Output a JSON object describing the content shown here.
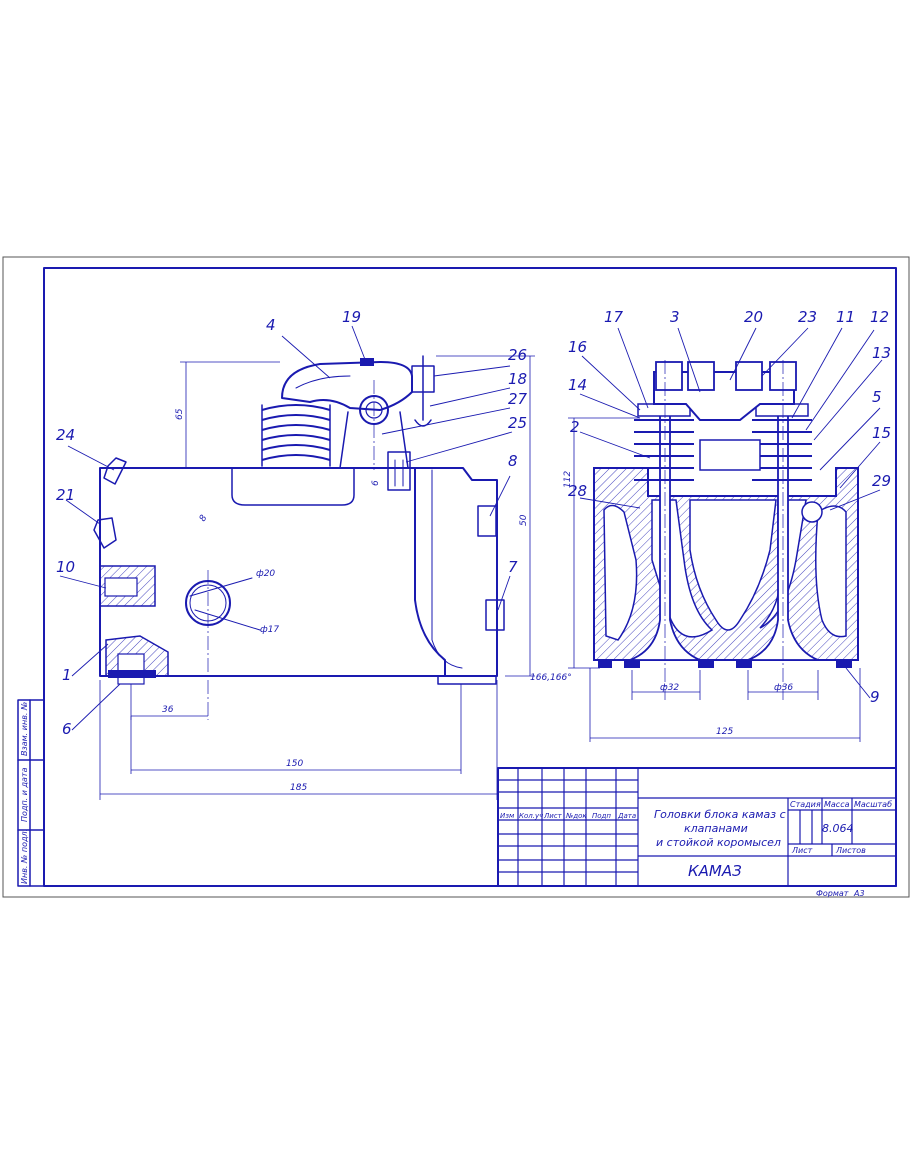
{
  "colors": {
    "ink": "#1a1ab0",
    "paper": "#ffffff"
  },
  "parts": {
    "p1": "1",
    "p2": "2",
    "p3": "3",
    "p4": "4",
    "p5": "5",
    "p6": "6",
    "p7": "7",
    "p8": "8",
    "p9": "9",
    "p10": "10",
    "p11": "11",
    "p12": "12",
    "p13": "13",
    "p14": "14",
    "p15": "15",
    "p16": "16",
    "p17": "17",
    "p18": "18",
    "p19": "19",
    "p20": "20",
    "p21": "21",
    "p23": "23",
    "p24": "24",
    "p25": "25",
    "p26": "26",
    "p27": "27",
    "p28": "28",
    "p29": "29"
  },
  "dimensions": {
    "d36": "36",
    "d150": "150",
    "d185": "185",
    "d125": "125",
    "d65": "65",
    "d50": "50",
    "d112": "112",
    "d6": "6",
    "d8": "8",
    "phi20": "ф20",
    "phi17": "ф17",
    "phi32": "ф32",
    "phi36": "ф36",
    "r166": "166,166°"
  },
  "title_block": {
    "headers": [
      "Изм",
      "Кол.уч",
      "Лист",
      "№док",
      "Подп",
      "Дата"
    ],
    "title_lines": [
      "Головки блока камаз с",
      "клапанами",
      "и стойкой коромысел"
    ],
    "stage_label": "Стадия",
    "mass_label": "Масса",
    "scale_label": "Масштаб",
    "mass_value": "8.064",
    "sheet_label": "Лист",
    "sheets_label": "Листов",
    "organization": "КАМАЗ",
    "format_label": "Формат",
    "format_value": "А3"
  },
  "side_stamp": {
    "inv_dup": "Взам. инв. №",
    "sign_date": "Подп. и дата",
    "inv_orig": "Инв. № подл."
  }
}
